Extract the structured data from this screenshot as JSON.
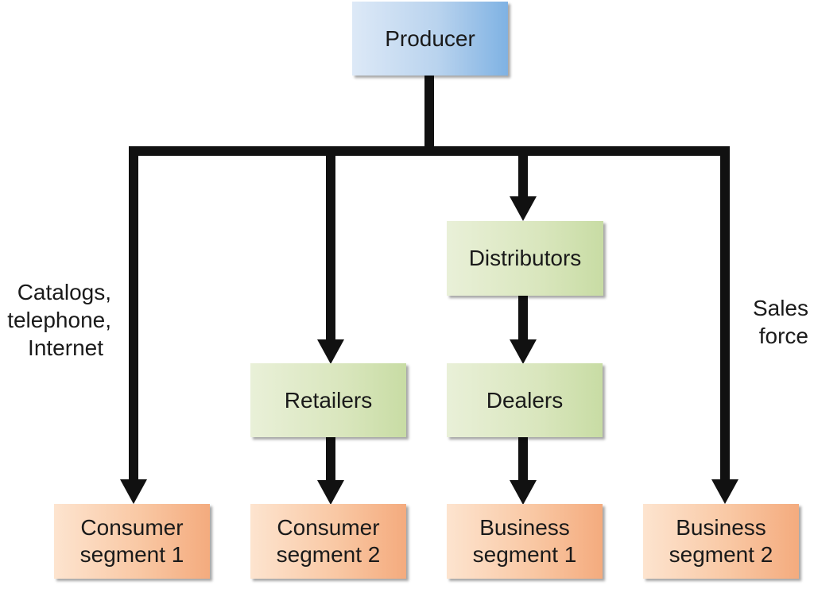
{
  "colors": {
    "producer_box": "#b9d3ee",
    "intermediary_box": "#d9e6bd",
    "segment_box": "#f9c8a4",
    "connector": "#111111"
  },
  "nodes": {
    "producer": "Producer",
    "distributors": "Distributors",
    "retailers": "Retailers",
    "dealers": "Dealers",
    "consumer_segment_1": [
      "Consumer",
      "segment 1"
    ],
    "consumer_segment_2": [
      "Consumer",
      "segment 2"
    ],
    "business_segment_1": [
      "Business",
      "segment 1"
    ],
    "business_segment_2": [
      "Business",
      "segment 2"
    ]
  },
  "channel_labels": {
    "direct_consumer": [
      "Catalogs,",
      "telephone,",
      "Internet"
    ],
    "direct_business": [
      "Sales",
      "force"
    ]
  }
}
